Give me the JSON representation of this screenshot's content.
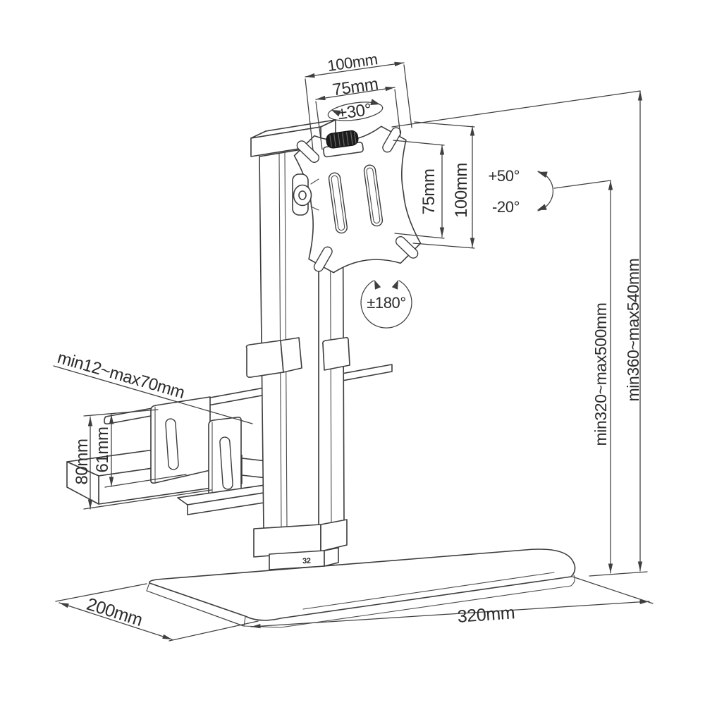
{
  "colors": {
    "line": "#3c3c3c",
    "dimension_line": "#3f3f3f",
    "text": "#2b2b2b",
    "knob": "#1c1c1c",
    "background": "#ffffff"
  },
  "labels": {
    "vesa_width_outer": "100mm",
    "vesa_width_inner": "75mm",
    "swivel_range": "±30°",
    "vesa_height_inner": "75mm",
    "vesa_height_outer": "100mm",
    "tilt_up": "+50°",
    "tilt_down": "-20°",
    "rotate_range": "±180°",
    "cpu_width_range": "min12~max70mm",
    "cpu_height_outer": "80mm",
    "cpu_height_inner": "61mm",
    "height_range_column": "min320~max500mm",
    "height_range_total": "min360~max540mm",
    "base_depth": "200mm",
    "base_length": "320mm",
    "foot_mark": "32"
  }
}
